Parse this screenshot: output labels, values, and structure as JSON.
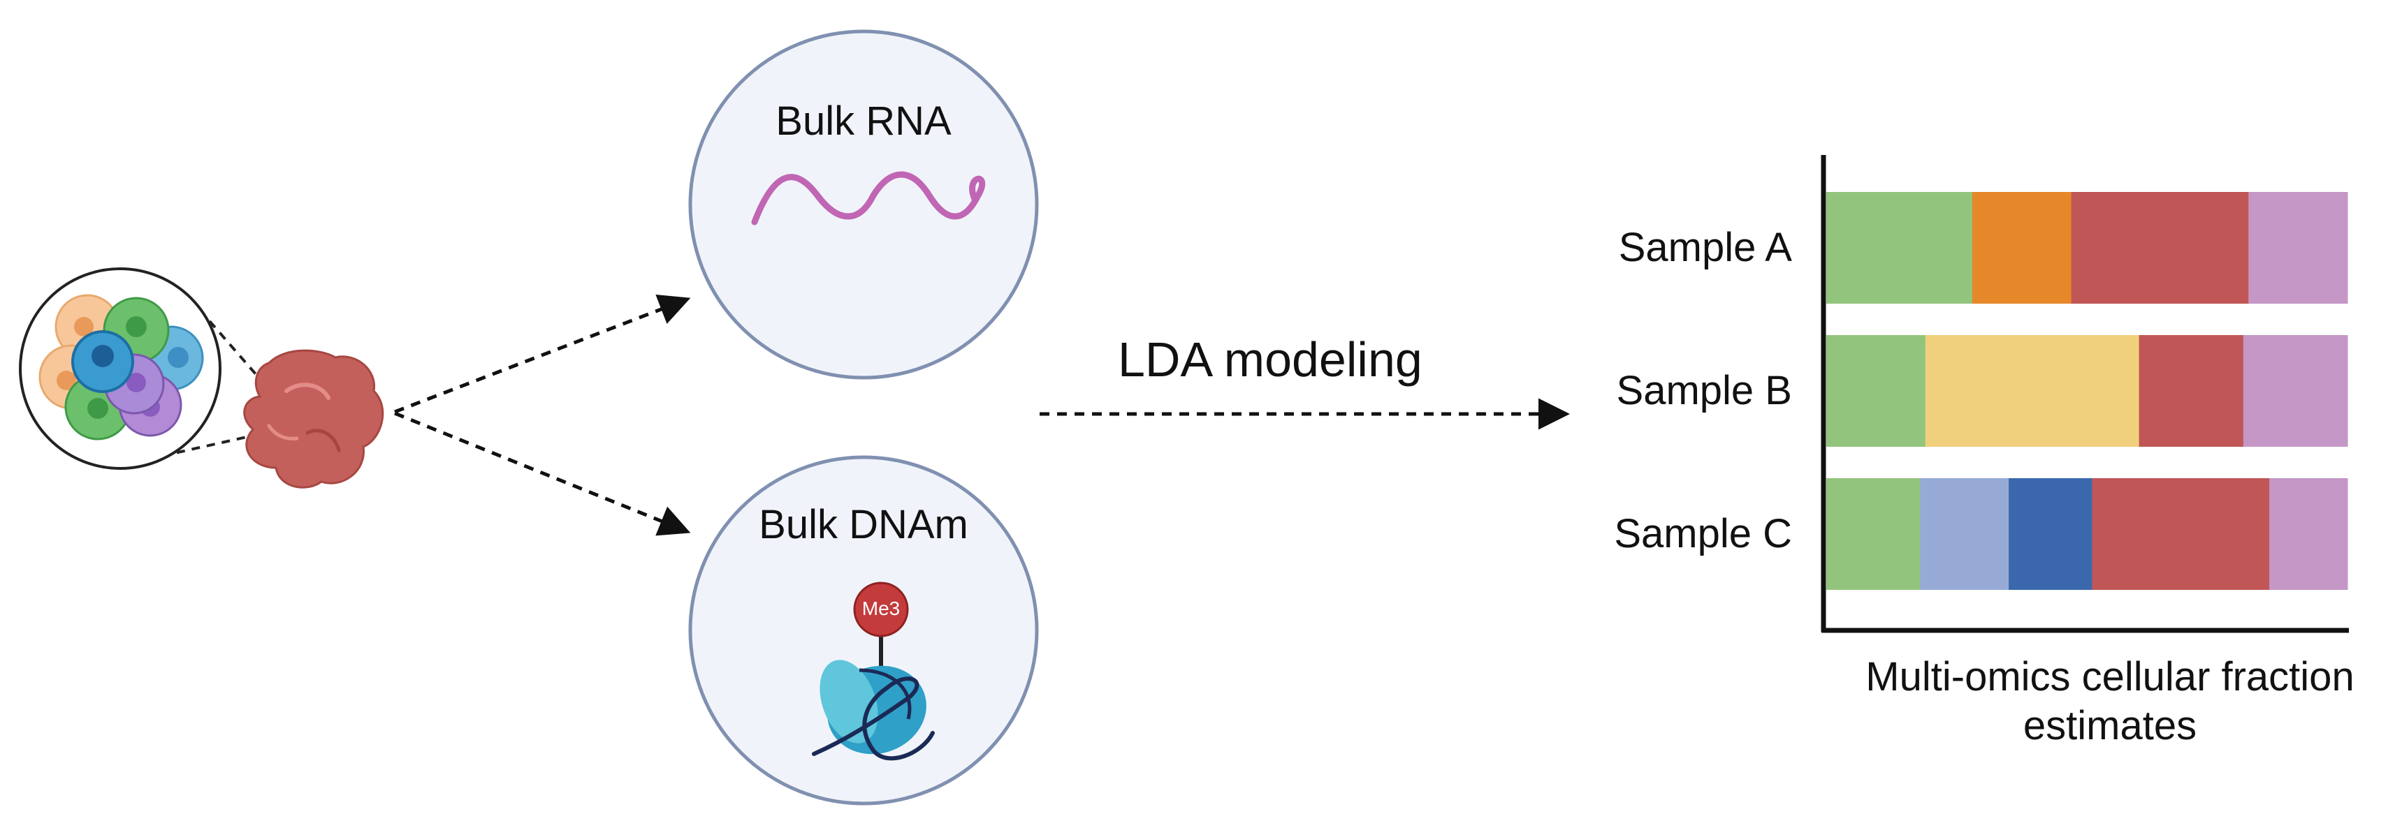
{
  "modalities": {
    "rna": {
      "title": "Bulk RNA"
    },
    "dnam": {
      "title": "Bulk DNAm",
      "marker": "Me3"
    }
  },
  "method": {
    "label": "LDA modeling"
  },
  "chart_data": {
    "type": "bar",
    "orientation": "horizontal",
    "stacked": true,
    "normalized": true,
    "categories": [
      "Sample A",
      "Sample B",
      "Sample C"
    ],
    "segments": [
      [
        {
          "value": 0.28,
          "color": "#93c47d"
        },
        {
          "value": 0.19,
          "color": "#e6872a"
        },
        {
          "value": 0.34,
          "color": "#c05656"
        },
        {
          "value": 0.19,
          "color": "#c497c6"
        }
      ],
      [
        {
          "value": 0.19,
          "color": "#93c47d"
        },
        {
          "value": 0.41,
          "color": "#f0d07c"
        },
        {
          "value": 0.2,
          "color": "#c05656"
        },
        {
          "value": 0.2,
          "color": "#c497c6"
        }
      ],
      [
        {
          "value": 0.18,
          "color": "#93c47d"
        },
        {
          "value": 0.17,
          "color": "#97aad6"
        },
        {
          "value": 0.16,
          "color": "#3b68ad"
        },
        {
          "value": 0.34,
          "color": "#c05656"
        },
        {
          "value": 0.15,
          "color": "#c497c6"
        }
      ]
    ],
    "caption": "Multi-omics cellular fraction estimates"
  },
  "colors": {
    "circle_fill": "#f0f4fa",
    "circle_stroke": "#8090b0",
    "rna_wave": "#c066b4",
    "tumor": "#c4605c",
    "nucleosome": "#42b5d0",
    "me3_marker": "#c33b3b"
  },
  "icons": [
    "cell-cluster-icon",
    "tumor-icon",
    "rna-wave-icon",
    "nucleosome-icon",
    "methyl-mark-icon"
  ]
}
